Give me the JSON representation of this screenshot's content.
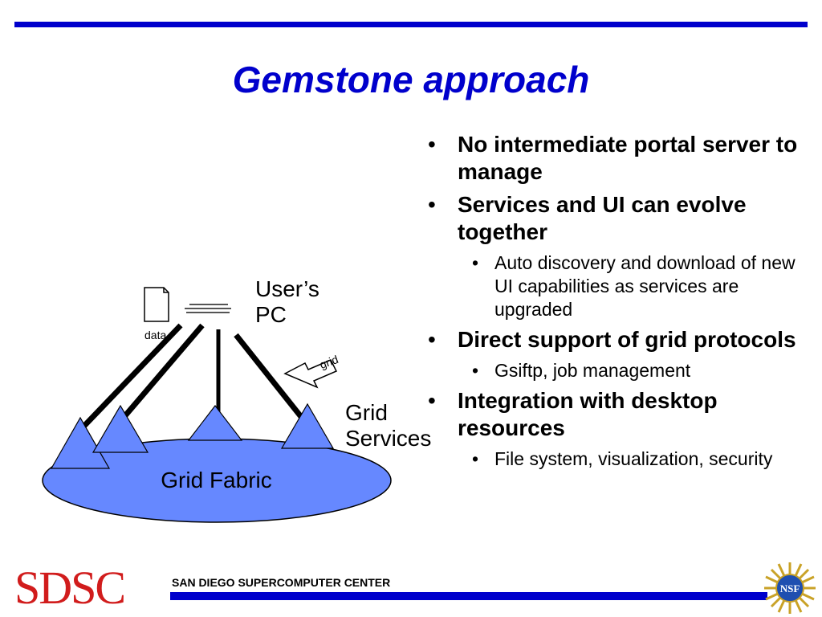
{
  "slide": {
    "title": "Gemstone approach",
    "diagram": {
      "users_pc_label": "User’s\nPC",
      "data_label": "data",
      "grid_arrow_label": "grid",
      "grid_services_label": "Grid\nServices",
      "grid_fabric_label": "Grid Fabric"
    },
    "bullets": [
      {
        "level": 1,
        "text": "No intermediate portal server to manage"
      },
      {
        "level": 1,
        "text": "Services and UI can evolve together"
      },
      {
        "level": 2,
        "text": "Auto discovery and download of new UI capabilities as services are upgraded"
      },
      {
        "level": 1,
        "text": "Direct support of grid protocols"
      },
      {
        "level": 2,
        "text": "Gsiftp, job management"
      },
      {
        "level": 1,
        "text": "Integration with desktop resources"
      },
      {
        "level": 2,
        "text": "File system, visualization, security"
      }
    ]
  },
  "footer": {
    "logo_text": "SDSC",
    "org_name": "SAN DIEGO SUPERCOMPUTER CENTER",
    "nsf_logo_text": "NSF"
  },
  "colors": {
    "accent_blue": "#0000cc",
    "fabric_fill": "#6688ff",
    "logo_red": "#d11c1c"
  }
}
